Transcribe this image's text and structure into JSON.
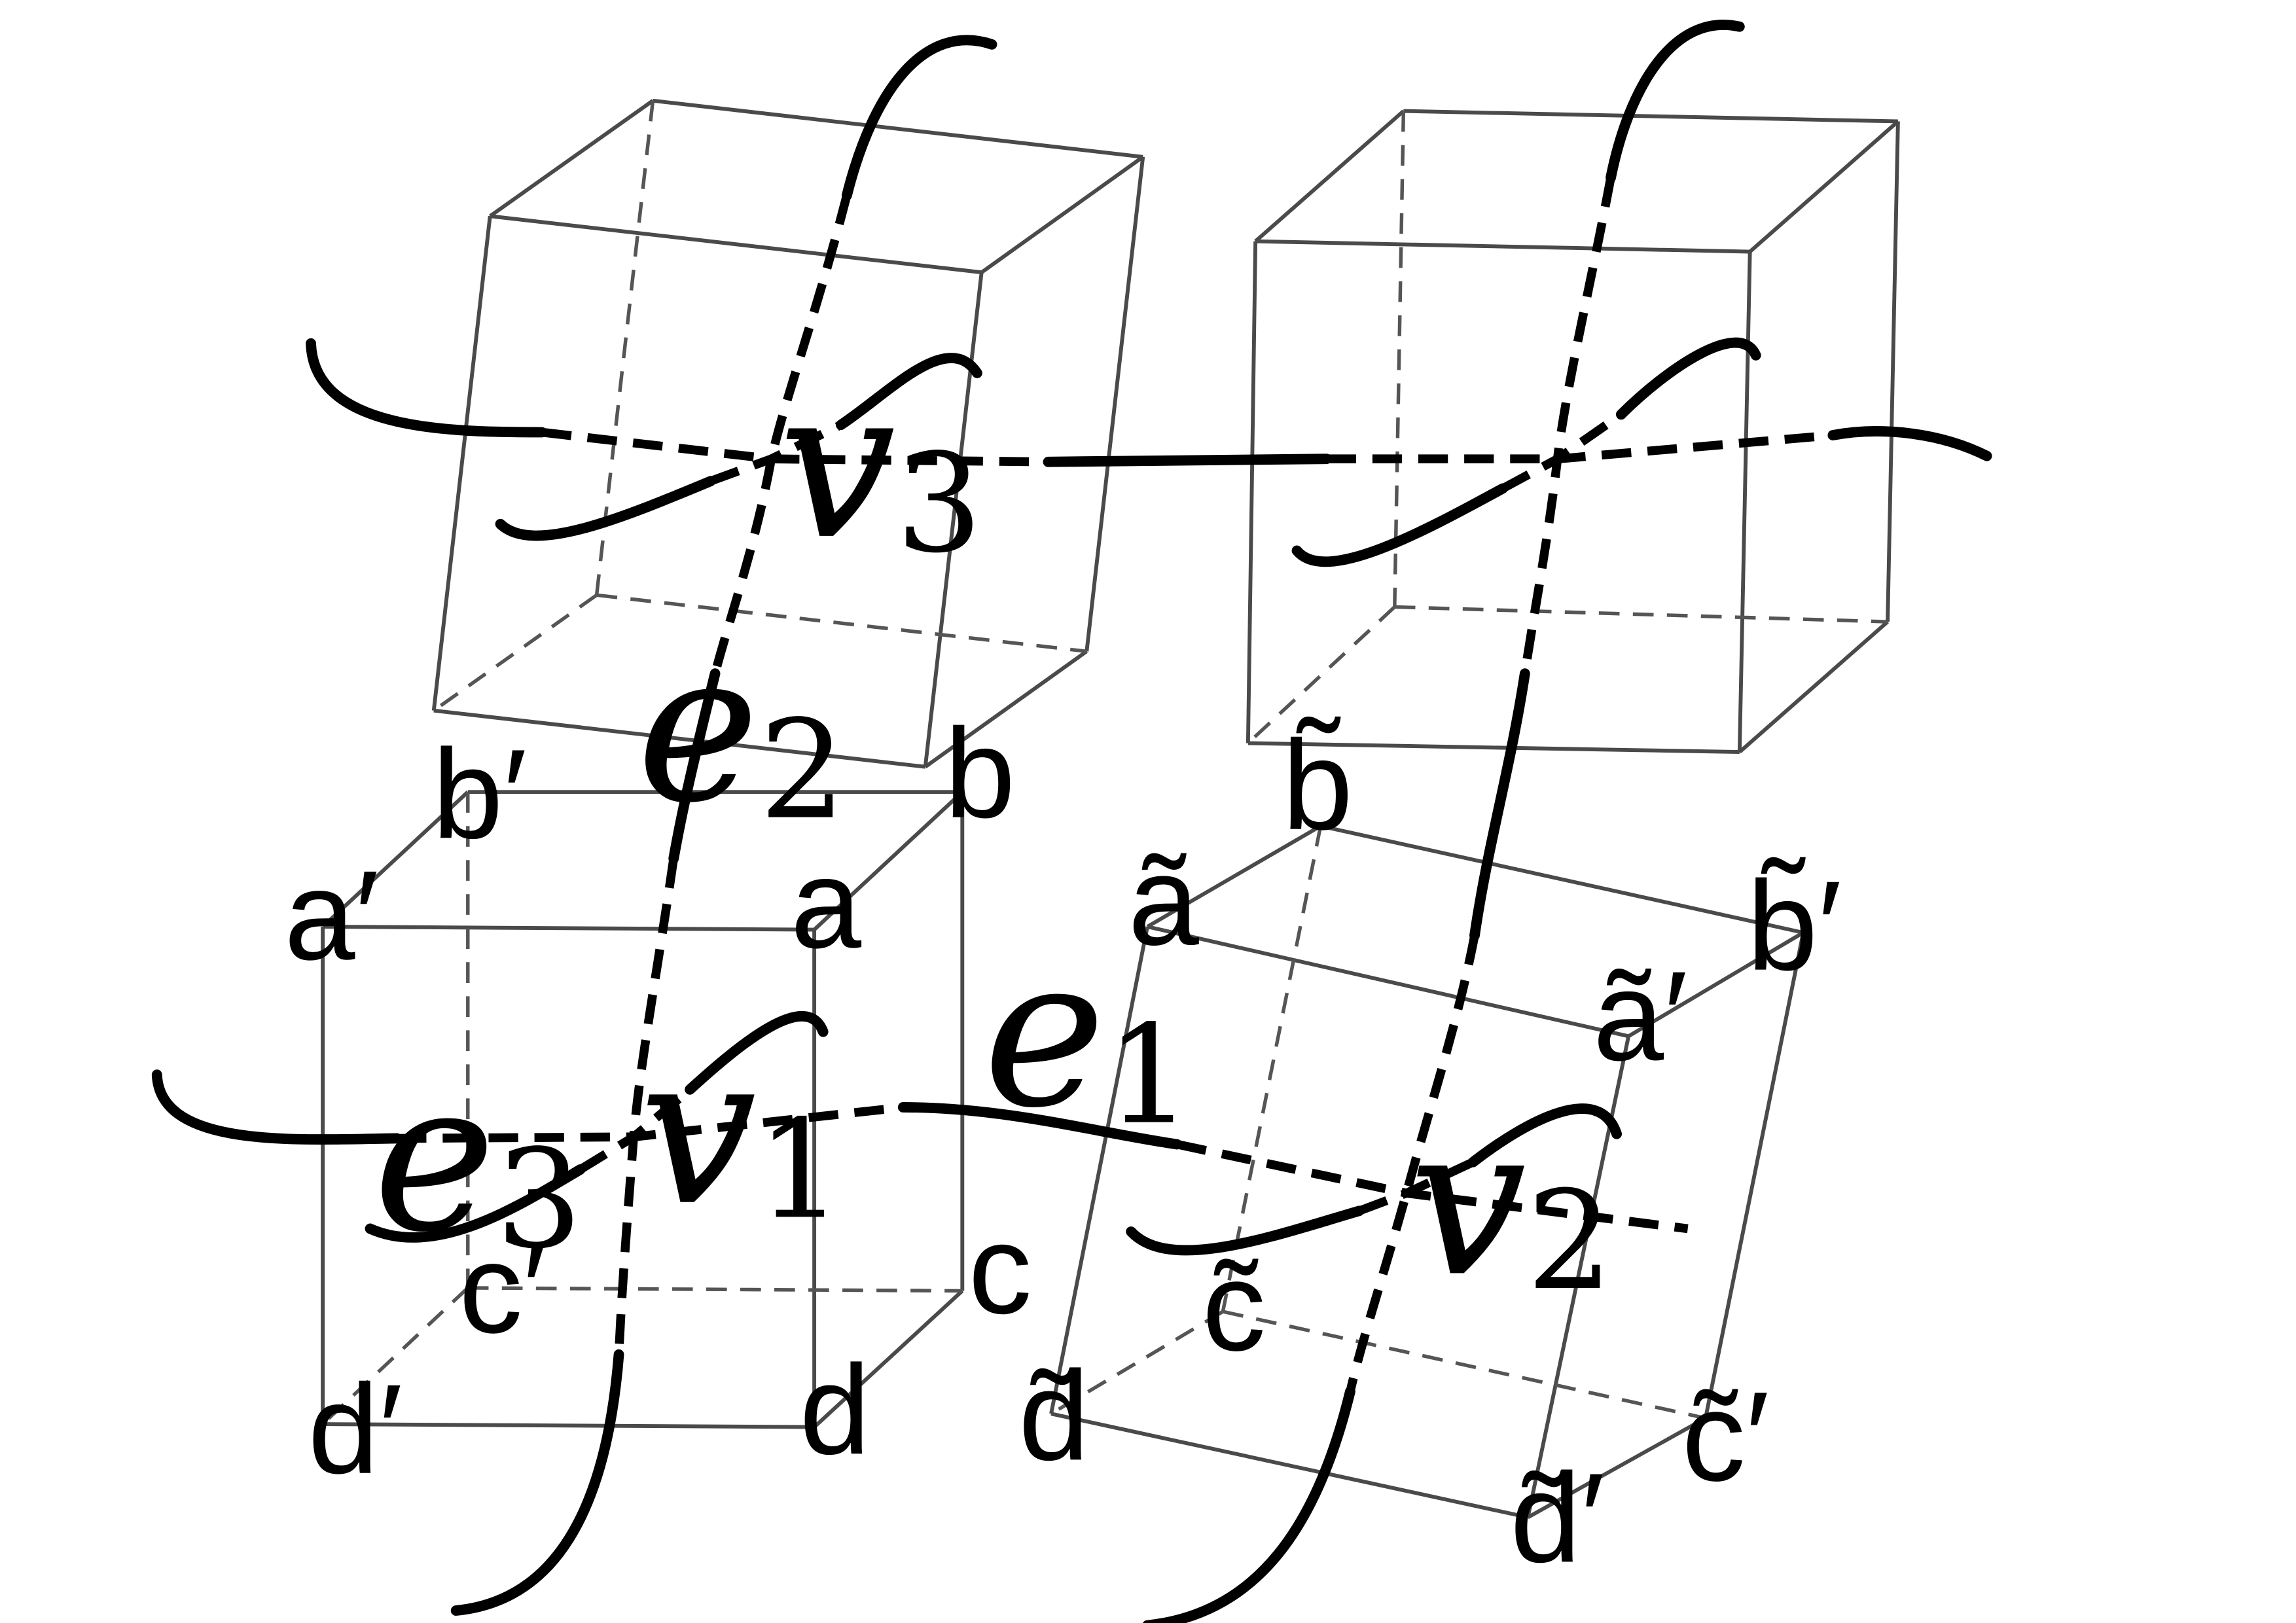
{
  "labels": {
    "v1": "v",
    "v1_sub": "1",
    "v2": "v",
    "v2_sub": "2",
    "v3": "v",
    "v3_sub": "3",
    "e1": "e",
    "e1_sub": "1",
    "e2": "e",
    "e2_sub": "2",
    "e3": "e",
    "e3_sub": "3",
    "a": "a",
    "b": "b",
    "c": "c",
    "d": "d",
    "a_prime": "a′",
    "b_prime": "b′",
    "c_prime": "c′",
    "d_prime": "d′",
    "a_tilde": "ã",
    "b_tilde": "b̃",
    "c_tilde": "c̃",
    "d_tilde": "d̃",
    "a_tilde_prime": "ã′",
    "b_tilde_prime": "b̃′",
    "c_tilde_prime": "c̃′",
    "d_tilde_prime": "d̃′"
  },
  "colors": {
    "curve": "#000000",
    "edge": "#4a4a4a",
    "background": "#ffffff"
  }
}
